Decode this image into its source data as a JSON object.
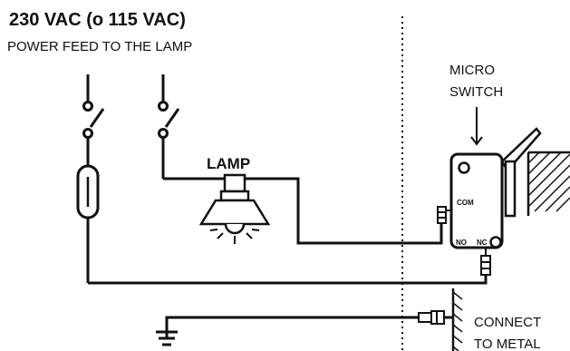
{
  "header": {
    "voltage": "230 VAC (o 115 VAC)",
    "subtitle": "POWER FEED TO THE LAMP"
  },
  "labels": {
    "lamp": "LAMP",
    "micro_switch_line1": "MICRO",
    "micro_switch_line2": "SWITCH",
    "com": "COM",
    "no": "NO",
    "nc": "NC",
    "connect_line1": "CONNECT",
    "connect_line2": "TO METAL"
  },
  "colors": {
    "ink": "#111111",
    "background": "#ffffff"
  }
}
